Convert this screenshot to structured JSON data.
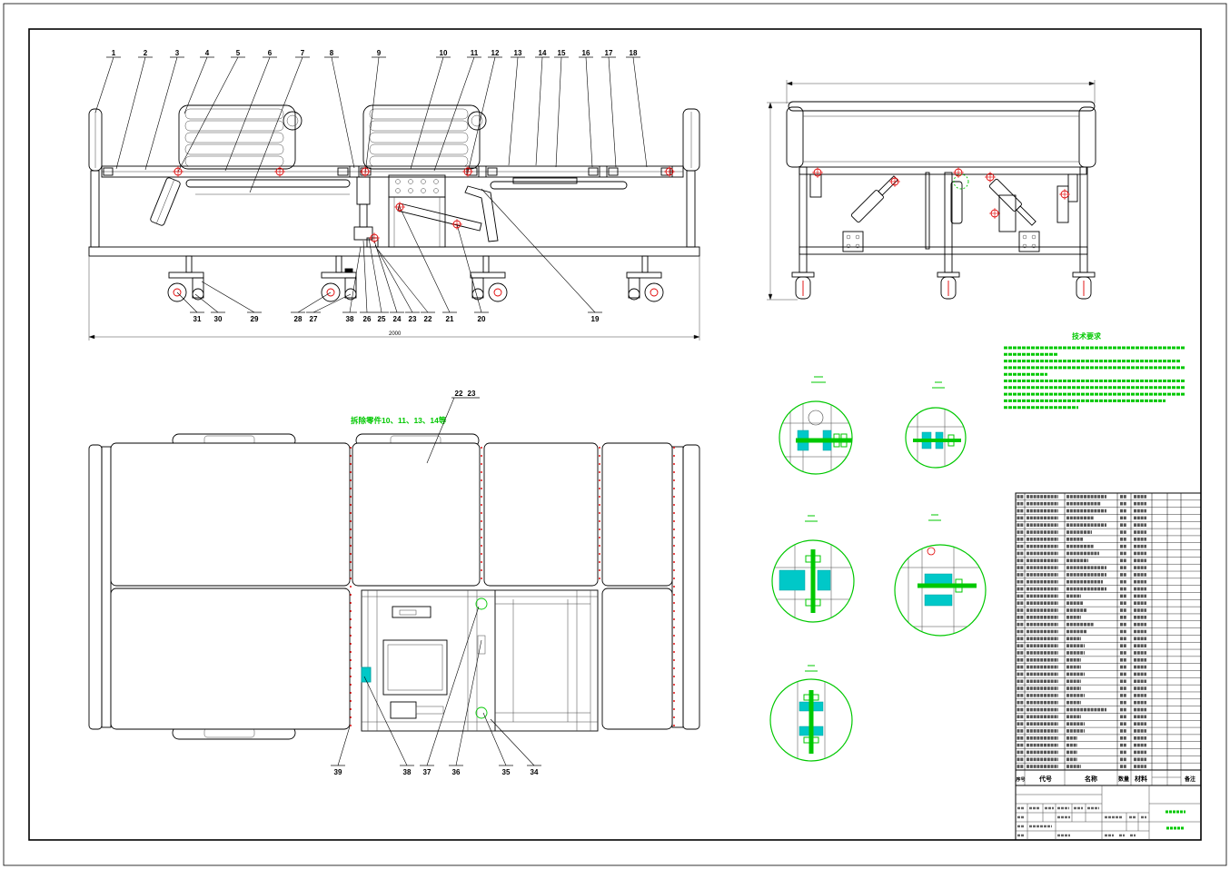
{
  "front_view": {
    "top_labels": [
      "1",
      "2",
      "3",
      "4",
      "5",
      "6",
      "7",
      "8",
      "9",
      "10",
      "11",
      "12",
      "13",
      "14",
      "15",
      "16",
      "17",
      "18"
    ],
    "bottom_labels": [
      "31",
      "30",
      "29",
      "28",
      "27",
      "38",
      "26",
      "25",
      "24",
      "23",
      "22",
      "21",
      "20",
      "19"
    ],
    "length_dimension": "2000"
  },
  "plan_view": {
    "note": "拆除零件10、11、13、14等",
    "top_labels": [
      "22",
      "23"
    ],
    "bottom_labels": [
      "39",
      "38",
      "37",
      "36",
      "35",
      "34"
    ]
  },
  "technical_requirements": {
    "heading": "技术要求"
  },
  "parts_list": {
    "headers": [
      "序号",
      "代号",
      "名称",
      "数量",
      "材料",
      "备注"
    ]
  },
  "colors": {
    "line": "#000000",
    "hinge_marker": "#e00000",
    "detail_view": "#00c800",
    "highlight": "#00c8c8"
  }
}
